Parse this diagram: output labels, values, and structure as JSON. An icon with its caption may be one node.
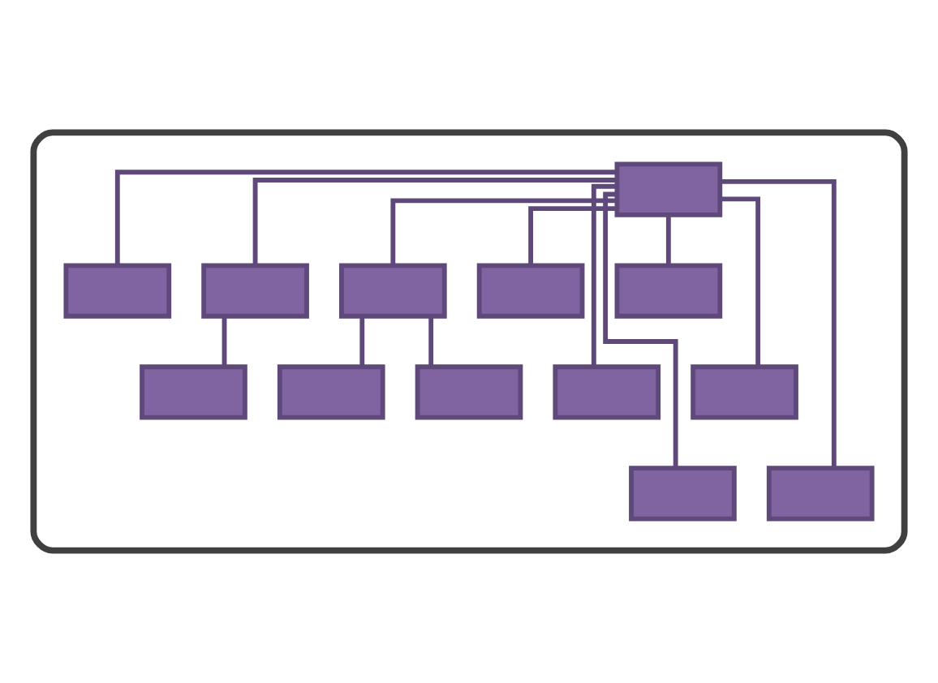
{
  "diagram": {
    "nodes": [
      {
        "text": [],
        "shape": "box"
      },
      {
        "text": [],
        "shape": "box",
        "in": 0
      },
      {
        "text": [],
        "shape": "box",
        "in": 0
      },
      {
        "text": [],
        "shape": "box",
        "in": 0
      },
      {
        "text": [],
        "shape": "box",
        "in": 0
      },
      {
        "text": [],
        "shape": "box",
        "in": 0
      },
      {
        "text": [],
        "shape": "box",
        "in": 0
      },
      {
        "text": [],
        "shape": "box",
        "in": 0
      },
      {
        "text": [],
        "shape": "box",
        "in": 0
      },
      {
        "text": [],
        "shape": "box",
        "in": 0
      },
      {
        "text": [],
        "shape": "box",
        "in": 0
      },
      {
        "text": [],
        "shape": "box",
        "in": 0
      },
      {
        "text": [],
        "shape": "box",
        "in": 0
      },
      {
        "text": [],
        "shape": "box",
        "in": 0
      }
    ],
    "edges": [
      {
        "from": 1,
        "to": 2,
        "arrow": "none"
      },
      {
        "from": 1,
        "to": 3,
        "arrow": "none"
      },
      {
        "from": 1,
        "to": 4,
        "arrow": "none"
      },
      {
        "from": 1,
        "to": 5,
        "arrow": "none"
      },
      {
        "from": 1,
        "to": 6,
        "arrow": "none"
      },
      {
        "from": 3,
        "to": 7,
        "arrow": "none"
      },
      {
        "from": 4,
        "to": 8,
        "arrow": "none"
      },
      {
        "from": 4,
        "to": 9,
        "arrow": "none"
      },
      {
        "from": 1,
        "to": 10,
        "arrow": "none"
      },
      {
        "from": 1,
        "to": 11,
        "arrow": "none"
      },
      {
        "from": 1,
        "to": 12,
        "arrow": "none"
      },
      {
        "from": 1,
        "to": 13,
        "arrow": "none"
      }
    ]
  }
}
